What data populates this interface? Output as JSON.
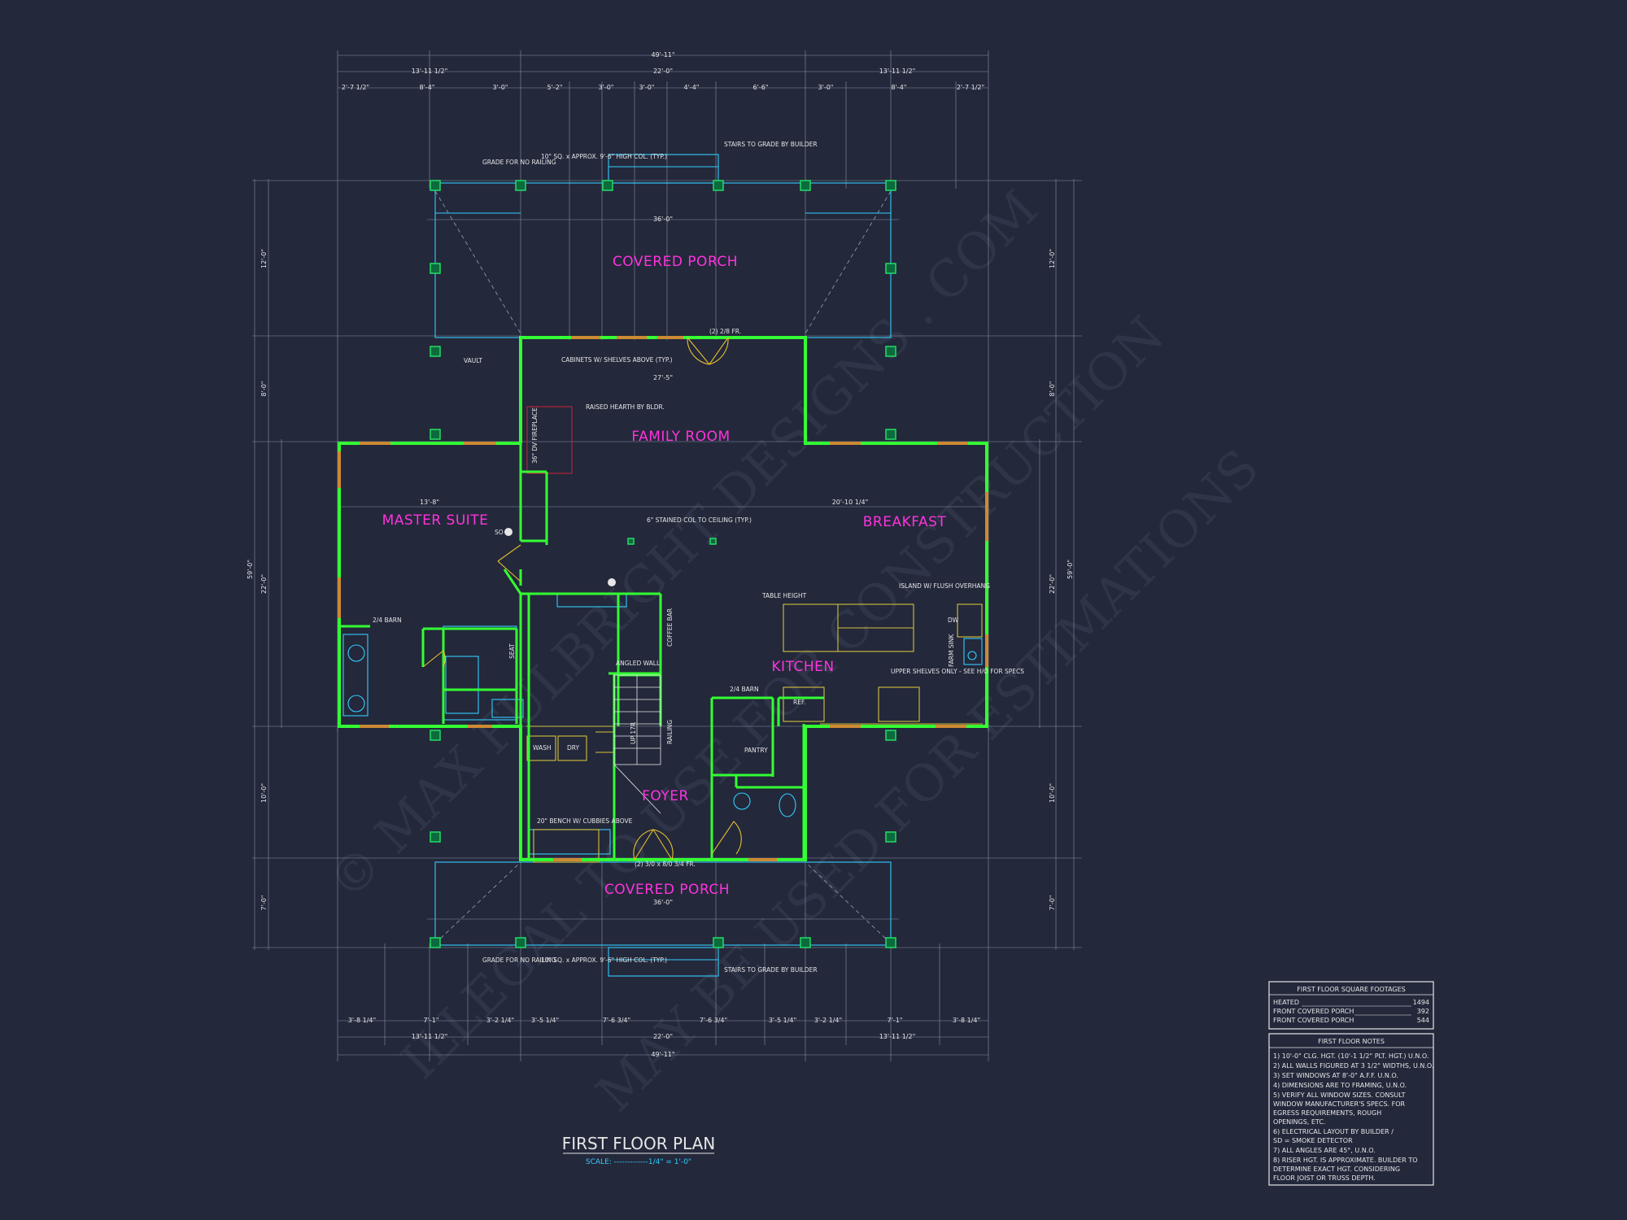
{
  "title": "FIRST FLOOR PLAN",
  "scale_label": "SCALE: -------------1/4\" = 1'-0\"",
  "watermark": [
    "© MAX FULBRIGHT DESIGNS . COM",
    "ILLEGAL TO USE FOR CONSTRUCTION",
    "MAY BE USED FOR ESTIMATIONS"
  ],
  "rooms": {
    "covered_porch_top": "COVERED PORCH",
    "family_room": "FAMILY ROOM",
    "master_suite": "MASTER SUITE",
    "breakfast": "BREAKFAST",
    "kitchen": "KITCHEN",
    "foyer": "FOYER",
    "covered_porch_bottom": "COVERED PORCH"
  },
  "dims_top": {
    "overall": "49'-11\"",
    "left_seg": "13'-11 1/2\"",
    "mid_seg": "22'-0\"",
    "right_seg": "13'-11 1/2\"",
    "row": [
      "2'-7 1/2\"",
      "8'-4\"",
      "3'-0\"",
      "5'-2\"",
      "3'-0\"",
      "3'-0\"",
      "4'-4\"",
      "6'-6\"",
      "3'-0\"",
      "8'-4\"",
      "2'-7 1/2\""
    ]
  },
  "dims_bottom": {
    "overall": "49'-11\"",
    "left_seg": "13'-11 1/2\"",
    "mid_seg": "22'-0\"",
    "right_seg": "13'-11 1/2\"",
    "row": [
      "3'-8 1/4\"",
      "7'-1\"",
      "3'-2 1/4\"",
      "3'-5 1/4\"",
      "7'-6 3/4\"",
      "7'-6 3/4\"",
      "3'-5 1/4\"",
      "3'-2 1/4\"",
      "7'-1\"",
      "3'-8 1/4\""
    ]
  },
  "dims_left": [
    "12'-0\"",
    "8'-0\"",
    "22'-0\"",
    "10'-0\"",
    "7'-0\"",
    "59'-0\""
  ],
  "dims_right": [
    "12'-0\"",
    "8'-0\"",
    "22'-0\"",
    "10'-0\"",
    "7'-0\"",
    "59'-0\""
  ],
  "annotations": {
    "grade_rail_top": "GRADE FOR NO RAILING",
    "col_top": "10\" SQ. x APPROX. 9'-6\" HIGH COL. (TYP.)",
    "stairs_top": "STAIRS TO GRADE BY BUILDER",
    "cabinets": "CABINETS W/ SHELVES ABOVE (TYP.)",
    "hearth": "RAISED HEARTH BY BLDR.",
    "fireplace": "36\" DV FIREPLACE",
    "stained_col": "6\" STAINED COL TO CEILING (TYP.)",
    "table_height": "TABLE HEIGHT",
    "island": "ISLAND W/ FLUSH OVERHANG",
    "upper_shelves": "UPPER SHELVES ONLY - SEE H/O FOR SPECS",
    "bench": "20\" BENCH W/ CUBBIES ABOVE",
    "grade_rail_bottom": "GRADE FOR NO RAILING",
    "col_bottom": "10\" SQ. x APPROX. 9'-6\" HIGH COL. (TYP.)",
    "stairs_bottom": "STAIRS TO GRADE BY BUILDER",
    "wash": "WASH",
    "dry": "DRY",
    "pantry": "PANTRY",
    "ref": "REF.",
    "dw": "DW",
    "farm_sink": "FARM SINK",
    "coffee_bar": "COFFEE BAR",
    "barn_24a": "2/4 BARN",
    "barn_24b": "2/4 BARN",
    "vault": "VAULT",
    "so": "SO",
    "front_door": "(2) 3/0 x 8/0 3/4 FR.",
    "rear_door": "(2) 2/8 FR.",
    "angled_wall": "ANGLED WALL",
    "seat": "SEAT",
    "railing": "RAILING",
    "up": "UP 17R",
    "dim_3600_top": "36'-0\"",
    "dim_3600_bot": "36'-0\"",
    "dim_2750": "27'-5\"",
    "dim_2010": "20'-10 1/4\"",
    "dim_1380": "13'-8\""
  },
  "sqft_table": {
    "title": "FIRST FLOOR SQUARE FOOTAGES",
    "rows": [
      {
        "label": "HEATED",
        "value": "1494"
      },
      {
        "label": "FRONT COVERED PORCH",
        "value": "392"
      },
      {
        "label": "FRONT COVERED PORCH",
        "value": "544"
      }
    ]
  },
  "notes": {
    "title": "FIRST FLOOR NOTES",
    "items": [
      "1) 10'-0\" CLG. HGT. (10'-1 1/2\" PLT. HGT.) U.N.O.",
      "2) ALL WALLS FIGURED AT 3 1/2\" WIDTHS, U.N.O.",
      "3) SET WINDOWS AT 8'-0\" A.F.F. U.N.O.",
      "4) DIMENSIONS ARE TO FRAMING, U.N.O.",
      "5) VERIFY ALL WINDOW SIZES. CONSULT",
      "   WINDOW MANUFACTURER'S SPECS. FOR",
      "   EGRESS REQUIREMENTS, ROUGH",
      "   OPENINGS, ETC.",
      "6) ELECTRICAL LAYOUT BY BUILDER /",
      "   SD = SMOKE DETECTOR",
      "7) ALL ANGLES ARE 45°, U.N.O.",
      "8) RISER HGT. IS APPROXIMATE. BUILDER TO",
      "   DETERMINE EXACT HGT. CONSIDERING",
      "   FLOOR JOIST OR TRUSS DEPTH."
    ]
  },
  "colors": {
    "wall": "#33ff33",
    "room_label": "#ff33dd",
    "porch_line": "#33ccff",
    "dim": "#e6e6e6",
    "column": "#22cc66"
  }
}
